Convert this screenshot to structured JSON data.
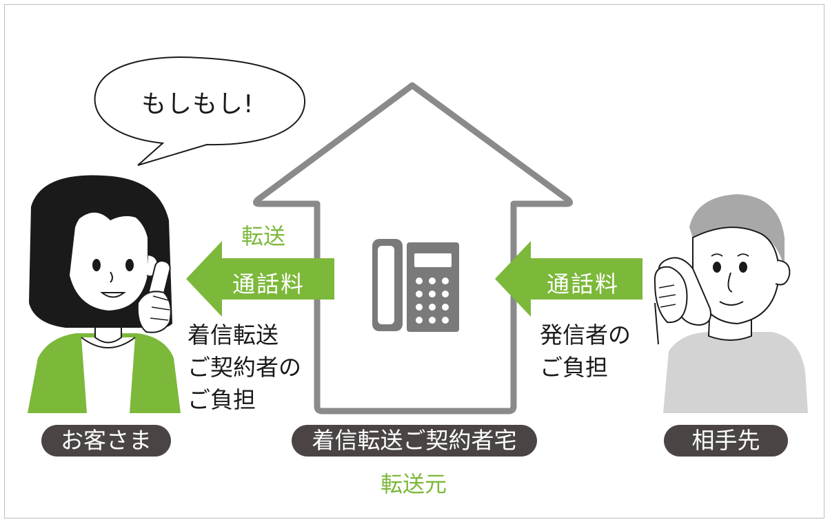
{
  "colors": {
    "green": "#7cb83a",
    "house_outline": "#8a8a8a",
    "phone": "#7a7a7a",
    "label_pill": "#4a4544",
    "person_right_shirt": "#d3d3d3",
    "person_right_hair": "#a8a8a8"
  },
  "speech_bubble": {
    "text": "もしもし!"
  },
  "left_transfer_label": "転送",
  "left_arrow": {
    "label": "通話料",
    "direction": "left"
  },
  "right_arrow": {
    "label": "通話料",
    "direction": "left"
  },
  "left_payer_lines": [
    "着信転送",
    "ご契約者の",
    "ご負担"
  ],
  "right_payer_lines": [
    "発信者の",
    "ご負担"
  ],
  "labels": {
    "customer": "お客さま",
    "house": "着信転送ご契約者宅",
    "caller": "相手先",
    "transfer_origin": "転送元"
  },
  "icons": [
    "speech-bubble-icon",
    "house-outline-icon",
    "desk-phone-icon",
    "woman-on-phone-icon",
    "man-on-phone-icon"
  ]
}
